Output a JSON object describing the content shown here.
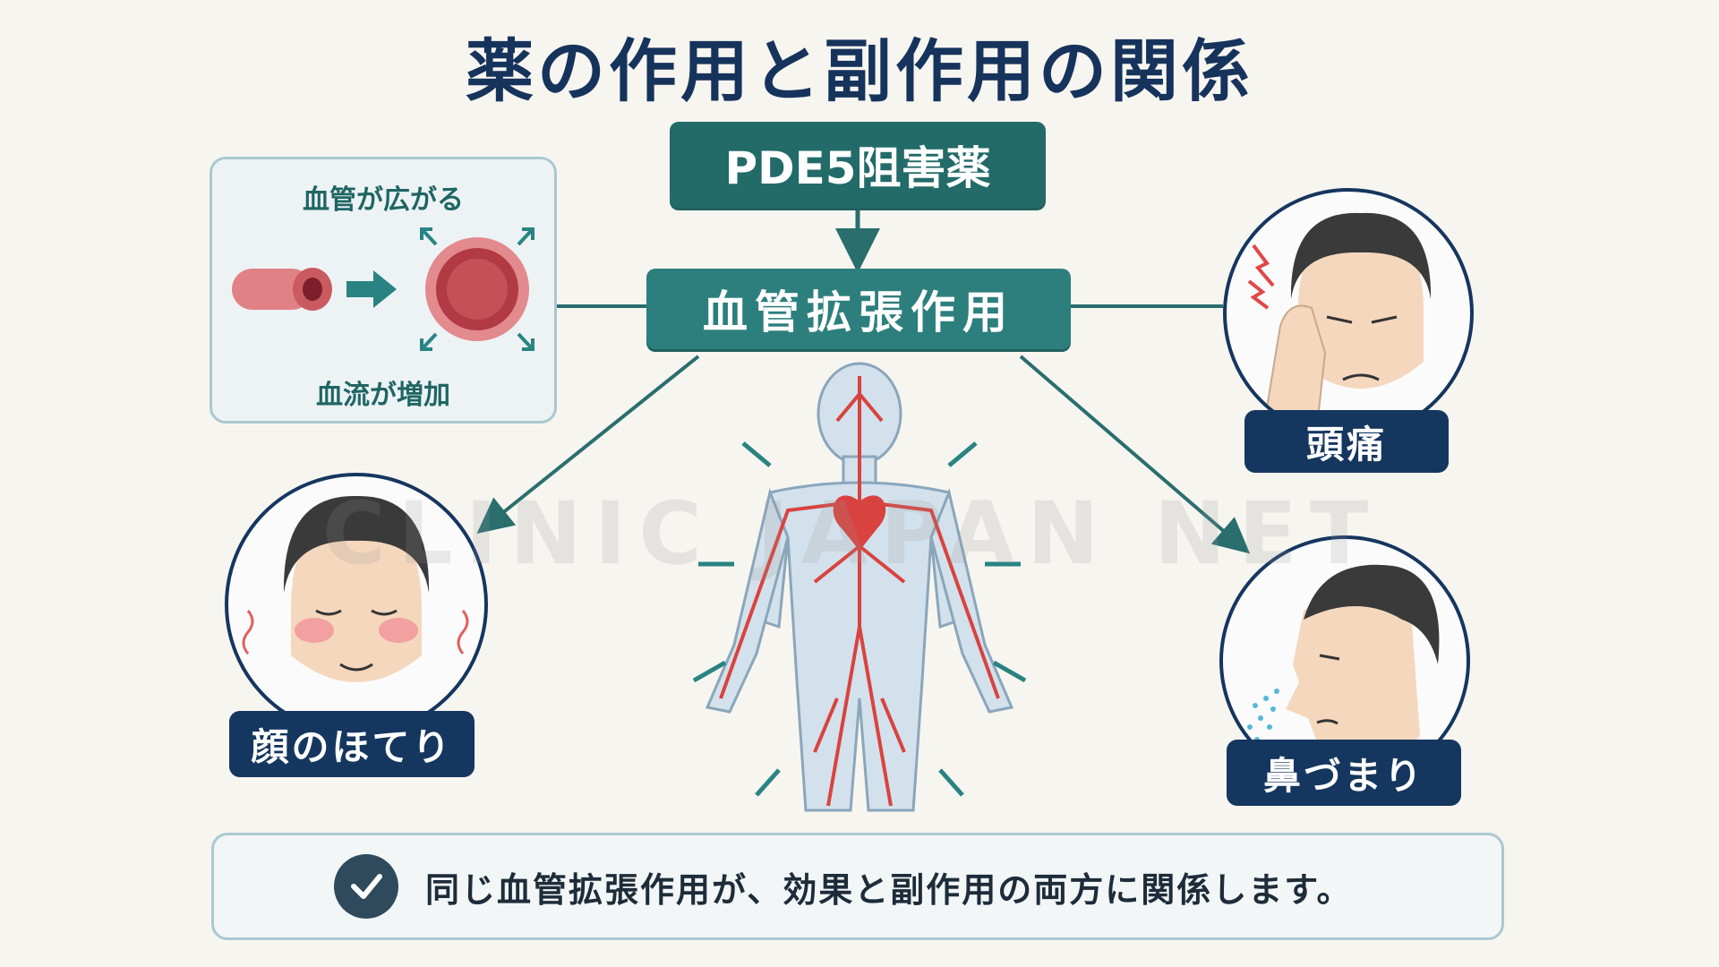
{
  "title": "薬の作用と副作用の関係",
  "drug": "PDE5阻害薬",
  "effect": "血管拡張作用",
  "detail": {
    "top_text": "血管が広がる",
    "bottom_text": "血流が増加"
  },
  "side_effects": {
    "flush": "顔のほてり",
    "headache": "頭痛",
    "nasal": "鼻づまり"
  },
  "note": "同じ血管拡張作用が、効果と副作用の両方に関係します。",
  "watermark": "CLINIC JAPAN NET",
  "colors": {
    "navy": "#15365f",
    "teal": "#2d7f7d",
    "artery": "#d9433f",
    "body": "#c9d9e6"
  }
}
